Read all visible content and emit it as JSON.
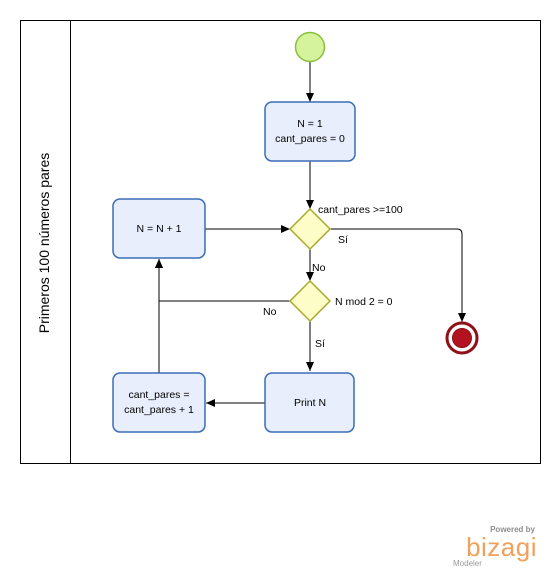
{
  "pool": {
    "label": "Primeros 100 números pares"
  },
  "tasks": {
    "init": {
      "lines": [
        "N = 1",
        "cant_pares = 0"
      ]
    },
    "increment_n": {
      "lines": [
        "N = N + 1"
      ]
    },
    "print_n": {
      "lines": [
        "Print N"
      ]
    },
    "increment_count": {
      "lines": [
        "cant_pares =",
        "cant_pares + 1"
      ]
    }
  },
  "gateways": {
    "count_check": {
      "label": "cant_pares >=100"
    },
    "mod_check": {
      "label": "N mod 2 = 0"
    }
  },
  "flows": {
    "count_yes": "Sí",
    "count_no": "No",
    "mod_yes": "Sí",
    "mod_no": "No"
  },
  "watermark": {
    "powered_by": "Powered by",
    "brand": "bizagi",
    "product": "Modeler"
  },
  "colors": {
    "task_fill": "#e8eefb",
    "task_stroke": "#3a6db8",
    "gateway_fill": "#fdfdc8",
    "gateway_stroke": "#a9a92a",
    "start_fill": "#d5f29d",
    "start_stroke": "#8cbf3a",
    "end_fill": "#b3121e",
    "end_stroke": "#8e1018",
    "flow": "#000000",
    "brand": "#f0a15c"
  }
}
